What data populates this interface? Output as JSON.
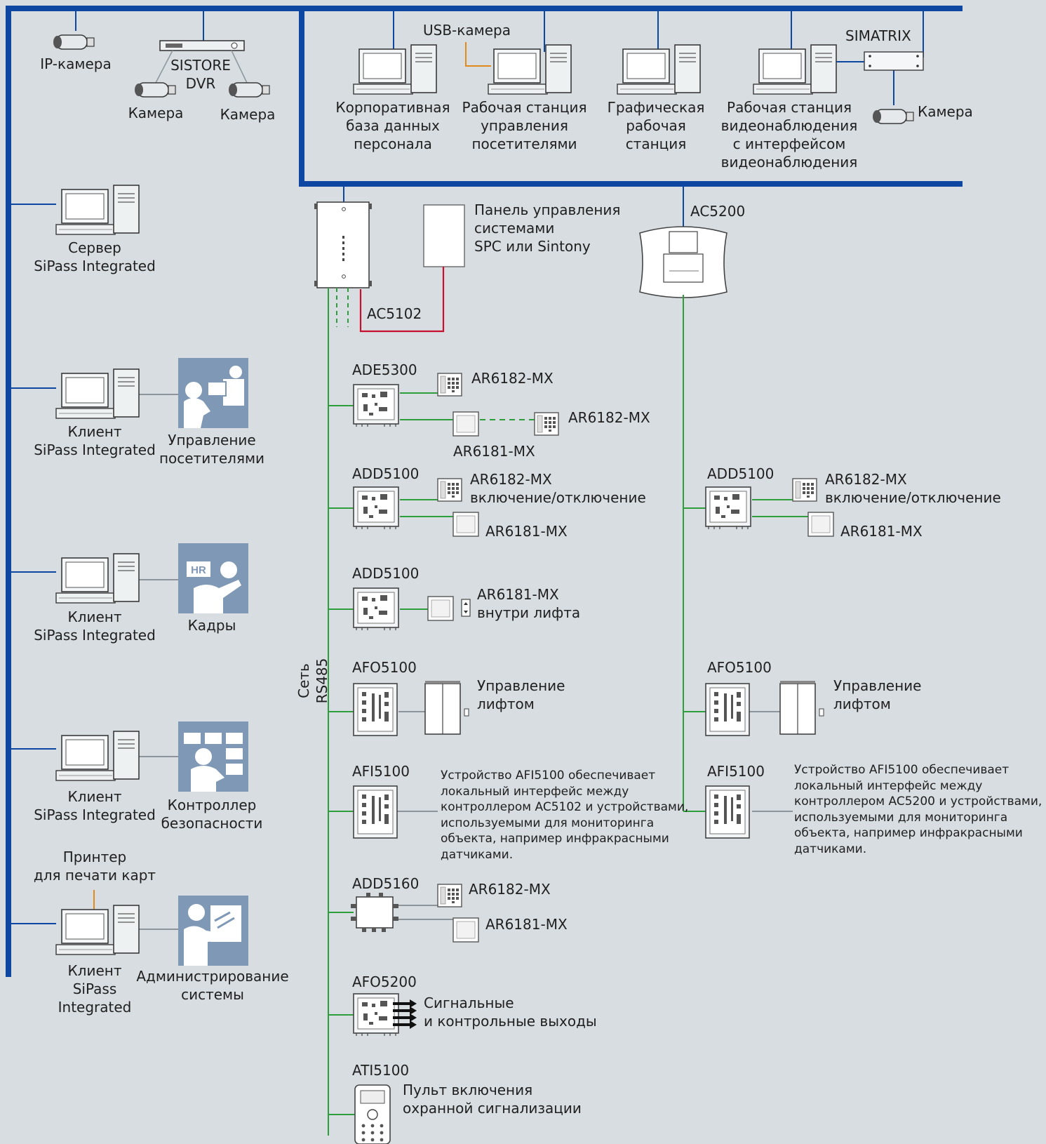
{
  "colors": {
    "background": "#d7dde1",
    "bus": "#0d47a1",
    "network_green": "#2e9e3c",
    "link_gray": "#8c959c",
    "alarm_red": "#c8102e",
    "usb_orange": "#e08a1e",
    "icon_blue": "#7f98b5"
  },
  "top_left": {
    "ip_camera": "IP-камера",
    "dvr": "SISTORE\nDVR",
    "camera_1": "Камера",
    "camera_2": "Камера"
  },
  "top_right": {
    "usb_camera": "USB-камера",
    "simatrix": "SIMATRIX",
    "camera": "Камера",
    "ws_corporate": "Корпоративная\nбаза данных\nперсонала",
    "ws_visitor": "Рабочая станция\nуправления\nпосетителями",
    "ws_graphic": "Графическая\nрабочая\nстанция",
    "ws_video": "Рабочая станция\nвидеонаблюдения\nс интерфейсом\nвидеонаблюдения"
  },
  "left_column": {
    "server": "Сервер\nSiPass Integrated",
    "client_1": "Клиент\nSiPass Integrated",
    "role_1": "Управление\nпосетителями",
    "client_2": "Клиент\nSiPass Integrated",
    "role_2": "Кадры",
    "hr_badge": "HR",
    "client_3": "Клиент\nSiPass Integrated",
    "role_3": "Контроллер\nбезопасности",
    "printer": "Принтер\nдля печати карт",
    "client_4": "Клиент\nSiPass\nIntegrated",
    "role_4": "Администрирование\nсистемы"
  },
  "controllers": {
    "ac5102": "AC5102",
    "panel": "Панель управления\nсистемами\nSPC или Sintony",
    "ac5200": "AC5200",
    "rs485": "Сеть RS485"
  },
  "ac5102_branch": {
    "ade5300": "ADE5300",
    "ade_r1": "AR6182-MX",
    "ade_r2": "AR6182-MX",
    "ade_r3": "AR6181-MX",
    "add5100_a": "ADD5100",
    "add_a_r1": "AR6182-MX\nвключение/отключение",
    "add_a_r2": "AR6181-MX",
    "add5100_b": "ADD5100",
    "add_b_r1": "AR6181-MX\nвнутри лифта",
    "afo5100": "AFO5100",
    "afo_text": "Управление\nлифтом",
    "afi5100": "AFI5100",
    "afi_text": "Устройство AFI5100 обеспечивает\nлокальный интерфейс между\nконтроллером AC5102 и устройствами,\nиспользуемыми для мониторинга\nобъекта, например инфракрасными\nдатчиками.",
    "add5160": "ADD5160",
    "add5160_r1": "AR6182-MX",
    "add5160_r2": "AR6181-MX",
    "afo5200": "AFO5200",
    "afo5200_text": "Сигнальные\nи контрольные выходы",
    "ati5100": "ATI5100",
    "ati_text": "Пульт включения\nохранной сигнализации"
  },
  "ac5200_branch": {
    "add5100": "ADD5100",
    "add_r1": "AR6182-MX\nвключение/отключение",
    "add_r2": "AR6181-MX",
    "afo5100": "AFO5100",
    "afo_text": "Управление\nлифтом",
    "afi5100": "AFI5100",
    "afi_text": "Устройство AFI5100 обеспечивает\nлокальный интерфейс между\nконтроллером AC5200 и устройствами,\nиспользуемыми для мониторинга\nобъекта, например инфракрасными\nдатчиками."
  }
}
